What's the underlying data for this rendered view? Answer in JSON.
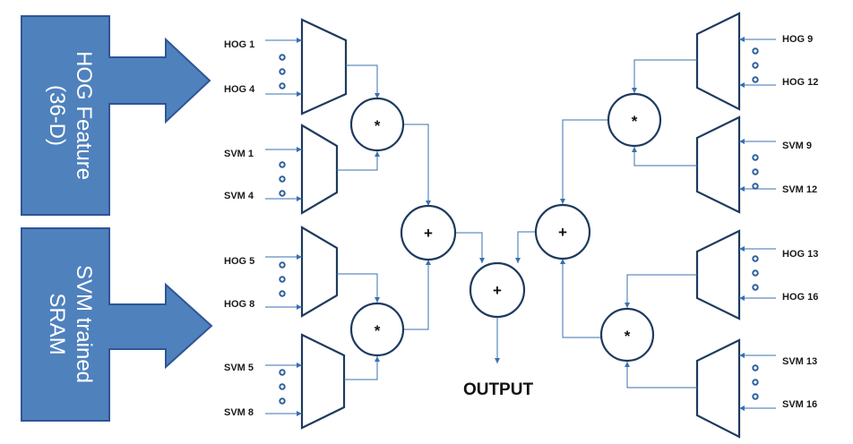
{
  "blocks": {
    "hog_feature": {
      "line1": "HOG Feature",
      "line2": "(36-D)"
    },
    "svm_sram": {
      "line1": "SVM trained",
      "line2": "SRAM"
    }
  },
  "operators": {
    "multiply": "*",
    "add": "+"
  },
  "output_label": "OUTPUT",
  "mux_labels": {
    "left": [
      {
        "top": "HOG 1",
        "bottom": "HOG 4"
      },
      {
        "top": "SVM 1",
        "bottom": "SVM 4"
      },
      {
        "top": "HOG 5",
        "bottom": "HOG 8"
      },
      {
        "top": "SVM 5",
        "bottom": "SVM 8"
      }
    ],
    "right": [
      {
        "top": "HOG 9",
        "bottom": "HOG 12"
      },
      {
        "top": "SVM 9",
        "bottom": "SVM 12"
      },
      {
        "top": "HOG 13",
        "bottom": "HOG 16"
      },
      {
        "top": "SVM 13",
        "bottom": "SVM 16"
      }
    ]
  },
  "colors": {
    "block_fill": "#4f81bd",
    "block_stroke": "#2f5597",
    "wire": "#3a70b0",
    "shape_stroke": "#1e3a5f"
  }
}
